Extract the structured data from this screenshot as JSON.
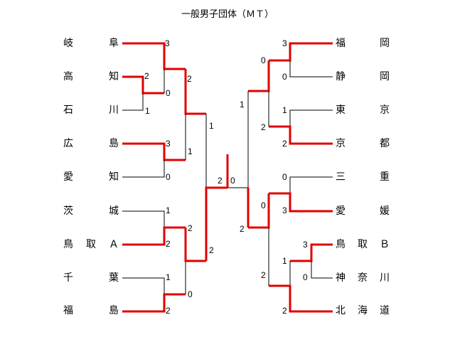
{
  "title": "一般男子団体（ＭＴ）",
  "colors": {
    "winner_line": "#e00000",
    "loser_line": "#000000"
  },
  "teams": {
    "left": [
      {
        "chars": [
          "岐",
          "阜"
        ]
      },
      {
        "chars": [
          "高",
          "知"
        ]
      },
      {
        "chars": [
          "石",
          "川"
        ]
      },
      {
        "chars": [
          "広",
          "島"
        ]
      },
      {
        "chars": [
          "愛",
          "知"
        ]
      },
      {
        "chars": [
          "茨",
          "城"
        ]
      },
      {
        "chars": [
          "鳥",
          "取",
          "Ａ"
        ]
      },
      {
        "chars": [
          "千",
          "葉"
        ]
      },
      {
        "chars": [
          "福",
          "島"
        ]
      }
    ],
    "right": [
      {
        "chars": [
          "福",
          "岡"
        ]
      },
      {
        "chars": [
          "静",
          "岡"
        ]
      },
      {
        "chars": [
          "東",
          "京"
        ]
      },
      {
        "chars": [
          "京",
          "都"
        ]
      },
      {
        "chars": [
          "三",
          "重"
        ]
      },
      {
        "chars": [
          "愛",
          "媛"
        ]
      },
      {
        "chars": [
          "鳥",
          "取",
          "Ｂ"
        ]
      },
      {
        "chars": [
          "神",
          "奈",
          "川"
        ]
      },
      {
        "chars": [
          "北",
          "海",
          "道"
        ]
      }
    ]
  },
  "scores": {
    "l_r1_gifu": "3",
    "l_r1_kochi": "2",
    "l_r1_ishikawa": "1",
    "l_r1_kochi_ishikawa_winner": "0",
    "l_r1_hiroshima": "3",
    "l_r1_aichi": "0",
    "l_r2_gifu_side": "2",
    "l_r2_hiroshima_side": "1",
    "l_r1_ibaraki": "1",
    "l_r1_tottori_a": "2",
    "l_r1_chiba": "1",
    "l_r1_fukushima": "2",
    "l_r2_tottori_a": "2",
    "l_r2_fukushima": "0",
    "l_r3_top": "1",
    "l_r3_bottom": "2",
    "final_left": "2",
    "final_right": "0",
    "r_r1_fukuoka": "3",
    "r_r1_shizuoka": "0",
    "r_r1_tokyo": "1",
    "r_r1_kyoto": "2",
    "r_r2_fukuoka": "0",
    "r_r2_kyoto": "2",
    "r_r3_top": "1",
    "r_r1_mie": "0",
    "r_r1_ehime": "3",
    "r_r2_ehime": "0",
    "r_r1_tottori_b": "3",
    "r_r1_kanagawa": "0",
    "r_r1_hokkaido_block": "1",
    "r_r1_hokkaido": "2",
    "r_r2_hokkaido": "2",
    "r_r3_bottom": "2"
  }
}
